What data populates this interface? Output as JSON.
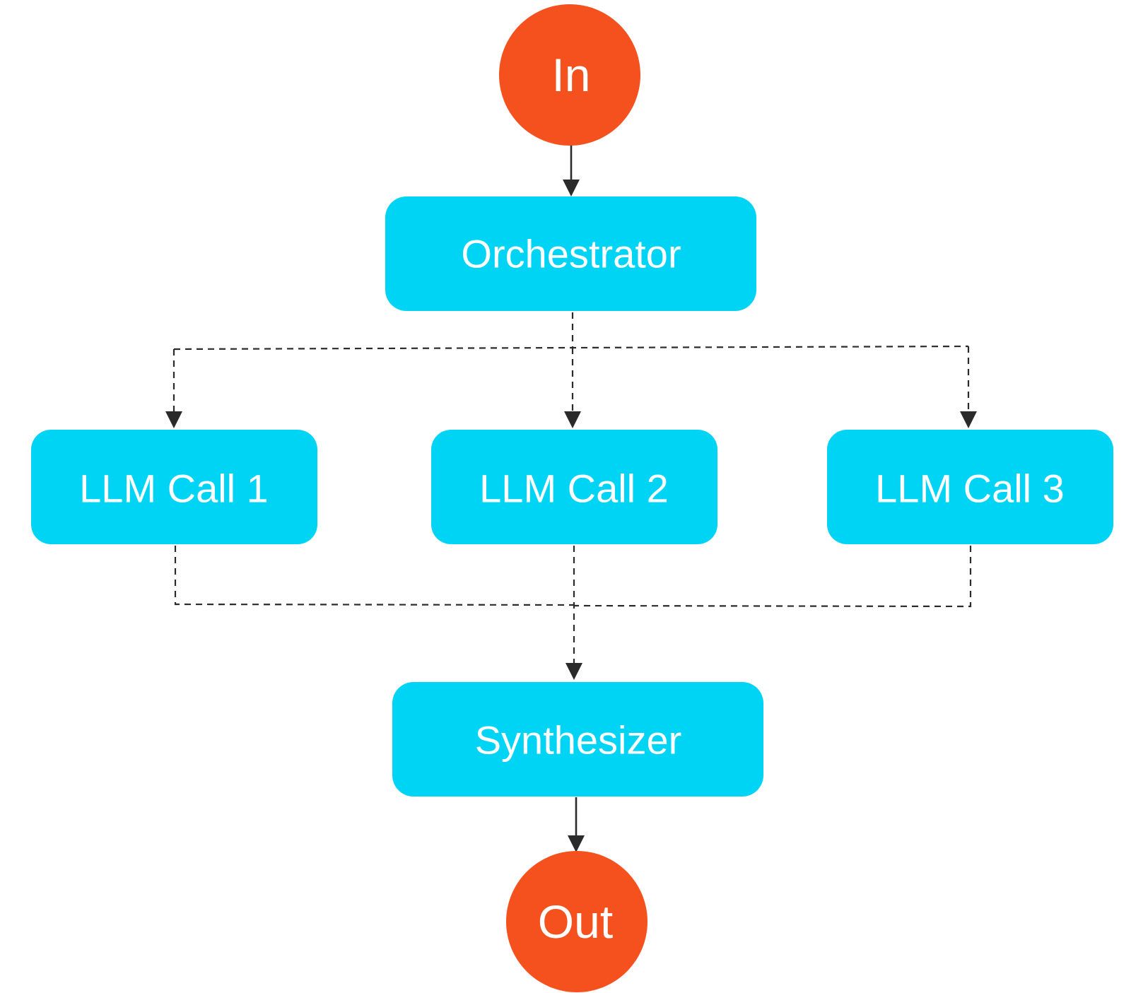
{
  "diagram": {
    "nodes": {
      "in": {
        "label": "In"
      },
      "orchestrator": {
        "label": "Orchestrator"
      },
      "llm_call_1": {
        "label": "LLM Call 1"
      },
      "llm_call_2": {
        "label": "LLM Call 2"
      },
      "llm_call_3": {
        "label": "LLM Call 3"
      },
      "synthesizer": {
        "label": "Synthesizer"
      },
      "out": {
        "label": "Out"
      }
    },
    "edges": [
      {
        "from": "in",
        "to": "orchestrator",
        "style": "solid"
      },
      {
        "from": "orchestrator",
        "to": "llm_call_1",
        "style": "dashed"
      },
      {
        "from": "orchestrator",
        "to": "llm_call_2",
        "style": "dashed"
      },
      {
        "from": "orchestrator",
        "to": "llm_call_3",
        "style": "dashed"
      },
      {
        "from": "llm_call_1",
        "to": "synthesizer",
        "style": "dashed"
      },
      {
        "from": "llm_call_2",
        "to": "synthesizer",
        "style": "dashed"
      },
      {
        "from": "llm_call_3",
        "to": "synthesizer",
        "style": "dashed"
      },
      {
        "from": "synthesizer",
        "to": "out",
        "style": "solid"
      }
    ],
    "colors": {
      "terminal": "#F4511E",
      "process": "#00D4F5",
      "edge": "#2b2b2b",
      "label": "#ffffff"
    }
  }
}
